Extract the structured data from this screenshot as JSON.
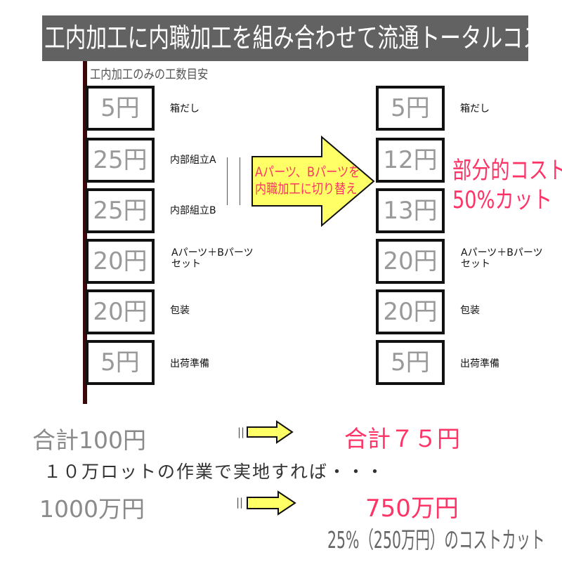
{
  "title": "工内加工に内職加工を組み合わせて流通トータルコストを削減!!",
  "subtitle": "工内加工のみの工数目安",
  "left_steps": [
    {
      "cost": "5円",
      "label": "箱だし"
    },
    {
      "cost": "25円",
      "label": "内部組立A"
    },
    {
      "cost": "25円",
      "label": "内部組立B"
    },
    {
      "cost": "20円",
      "label": "Aパーツ＋Bパーツ",
      "label2": "セット"
    },
    {
      "cost": "20円",
      "label": "包装"
    },
    {
      "cost": "5円",
      "label": "出荷準備"
    }
  ],
  "right_steps": [
    {
      "cost": "5円",
      "label": "箱だし"
    },
    {
      "cost": "12円"
    },
    {
      "cost": "13円"
    },
    {
      "cost": "20円",
      "label": "Aパーツ＋Bパーツ",
      "label2": "セット"
    },
    {
      "cost": "20円",
      "label": "包装"
    },
    {
      "cost": "5円",
      "label": "出荷準備"
    }
  ],
  "arrow_text": {
    "line1": "Aパーツ、Bパーツを",
    "line2": "内職加工に切り替え"
  },
  "partial_cut": {
    "line1": "部分的コスト",
    "line2": "50%カット"
  },
  "summary": {
    "before_total": "合計100円",
    "equals1": "||",
    "after_total": "合計７５円",
    "lot_text": "１０万ロットの作業で実地すれば・・・",
    "before_lot": "1000万円",
    "equals2": "||",
    "after_lot": "750万円",
    "savings": "25%（250万円）のコストカット"
  },
  "colors": {
    "accent": "#ff3366",
    "arrow_fill": "#ffff66",
    "title_bg": "#626262"
  }
}
